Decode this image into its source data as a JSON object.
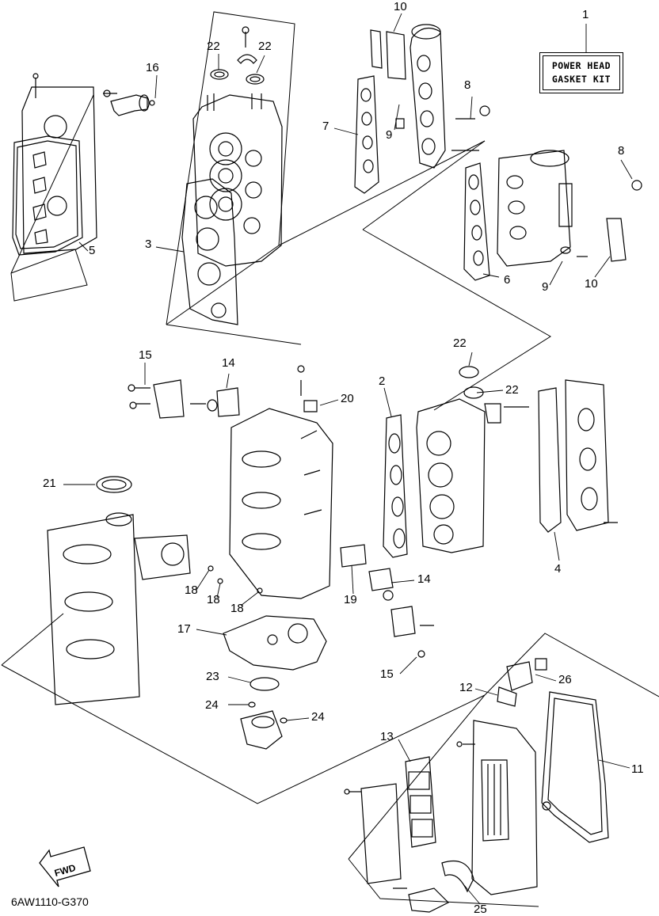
{
  "kit_label": {
    "line1": "POWER HEAD",
    "line2": "GASKET KIT"
  },
  "diagram_code": "6AW1110-G370",
  "fwd_label": "FWD",
  "callouts": {
    "c1": "1",
    "c2": "2",
    "c3": "3",
    "c4": "4",
    "c5": "5",
    "c6": "6",
    "c7": "7",
    "c8a": "8",
    "c8b": "8",
    "c9a": "9",
    "c9b": "9",
    "c10a": "10",
    "c10b": "10",
    "c11": "11",
    "c12": "12",
    "c13": "13",
    "c14a": "14",
    "c14b": "14",
    "c15a": "15",
    "c15b": "15",
    "c16": "16",
    "c17": "17",
    "c18a": "18",
    "c18b": "18",
    "c18c": "18",
    "c19": "19",
    "c20": "20",
    "c21": "21",
    "c22a": "22",
    "c22b": "22",
    "c22c": "22",
    "c22d": "22",
    "c23": "23",
    "c24a": "24",
    "c24b": "24",
    "c25": "25",
    "c26": "26"
  }
}
